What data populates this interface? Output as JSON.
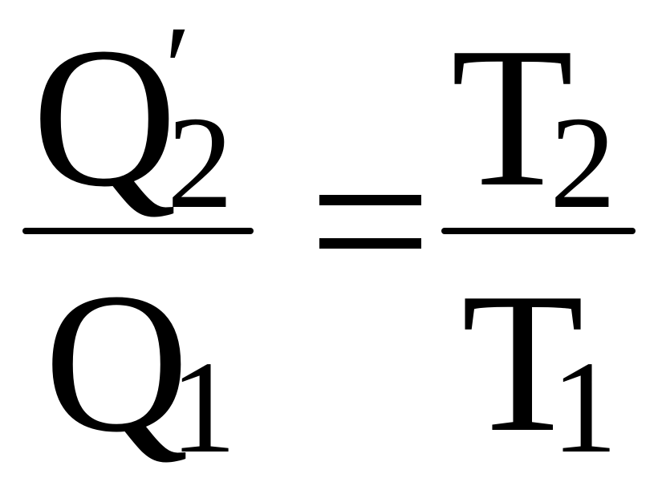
{
  "equation": {
    "left_fraction": {
      "numerator": {
        "symbol": "Q",
        "prime": "′",
        "subscript": "2"
      },
      "denominator": {
        "symbol": "Q",
        "subscript": "1"
      }
    },
    "relation": "=",
    "right_fraction": {
      "numerator": {
        "symbol": "T",
        "subscript": "2"
      },
      "denominator": {
        "symbol": "T",
        "subscript": "1"
      }
    }
  }
}
